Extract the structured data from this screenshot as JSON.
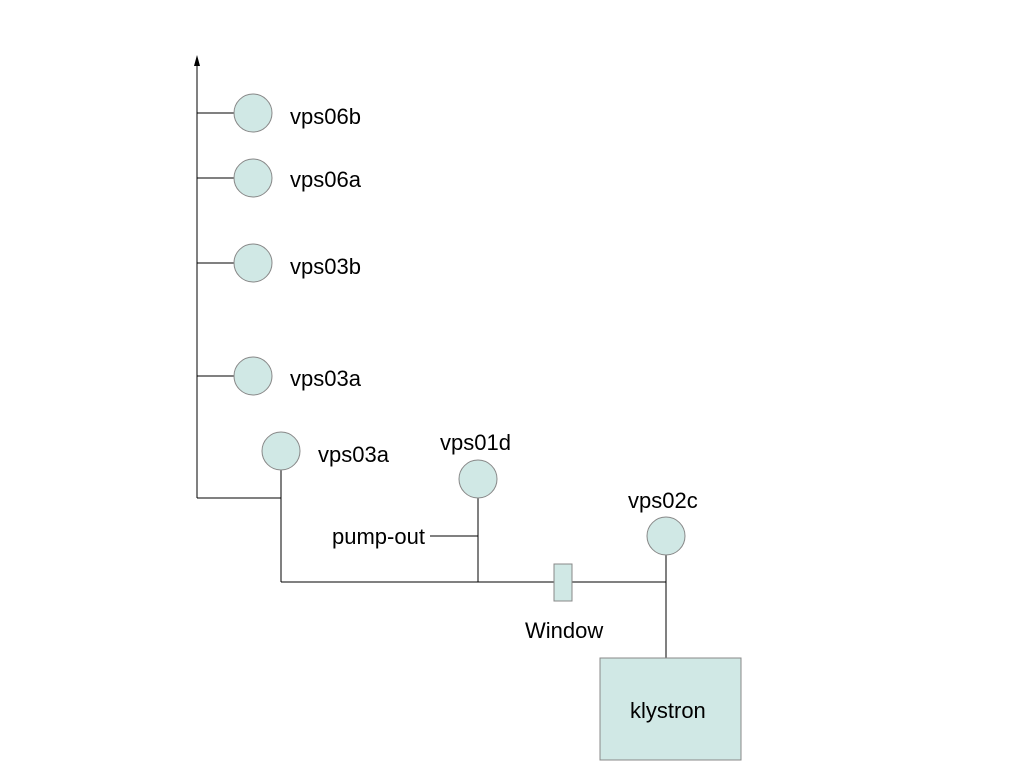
{
  "colors": {
    "component_fill": "#d0e8e5",
    "component_stroke": "#888888",
    "line": "#000000",
    "background": "#ffffff"
  },
  "gauges": {
    "vps06b": "vps06b",
    "vps06a": "vps06a",
    "vps03b": "vps03b",
    "vps03a_upper": "vps03a",
    "vps03a_lower": "vps03a",
    "vps01d": "vps01d",
    "vps02c": "vps02c"
  },
  "labels": {
    "pump_out": "pump-out",
    "window": "Window",
    "klystron": "klystron"
  }
}
